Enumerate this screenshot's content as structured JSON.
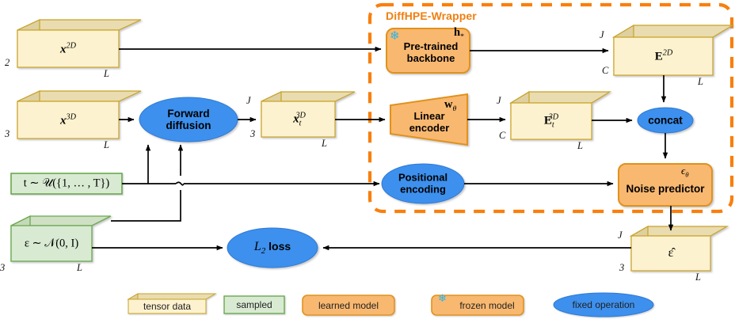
{
  "figure": {
    "wrapper_label": "DiffHPE-Wrapper",
    "colors": {
      "tensor_fill": "#fdf2cf",
      "tensor_side": "#e3d3a2",
      "tensor_stroke": "#c9a227",
      "sampled_fill": "#d9ead3",
      "sampled_stroke": "#6aa84f",
      "model_fill": "#f9b870",
      "model_stroke": "#e0921f",
      "operation_fill": "#3d90ed",
      "wrapper_dash": "#f97f0d",
      "snowflake": "#29b6e8",
      "arrow": "#000000"
    }
  },
  "tensors": [
    {
      "id": "x2d",
      "label": "x",
      "sup": "2D",
      "sub": "",
      "depth": "2",
      "front": "L",
      "top": ""
    },
    {
      "id": "x3d",
      "label": "x",
      "sup": "3D",
      "sub": "",
      "depth": "3",
      "front": "L",
      "top": ""
    },
    {
      "id": "xt3d",
      "label": "x",
      "sup": "3D",
      "sub": "t",
      "depth": "3",
      "front": "L",
      "top": "J"
    },
    {
      "id": "e2d",
      "label": "E",
      "sup": "2D",
      "sub": "",
      "depth": "C",
      "front": "L",
      "top": "J"
    },
    {
      "id": "et3d",
      "label": "E",
      "sup": "3D",
      "sub": "t",
      "depth": "C",
      "front": "L",
      "top": "J"
    },
    {
      "id": "epshat",
      "label": "ε̂",
      "sup": "",
      "sub": "",
      "depth": "3",
      "front": "L",
      "top": "J"
    }
  ],
  "sampled": [
    {
      "id": "t_sample",
      "text": "t ∼ 𝒰({1, … , T})"
    },
    {
      "id": "eps_sample",
      "text": "ε ∼ 𝒩(0, I)",
      "depth": "3",
      "front": "L"
    }
  ],
  "operations": [
    {
      "id": "forward_diffusion",
      "line1": "Forward",
      "line2": "diffusion"
    },
    {
      "id": "positional_encoding",
      "line1": "Positional",
      "line2": "encoding"
    },
    {
      "id": "concat",
      "line1": "concat",
      "line2": ""
    },
    {
      "id": "l2_loss",
      "line1": "L",
      "sub": "2",
      "line2": " loss"
    }
  ],
  "models": [
    {
      "id": "pretrained_backbone",
      "line1": "Pre-trained",
      "line2": "backbone",
      "param": "h",
      "param_sub": "*",
      "frozen": true
    },
    {
      "id": "linear_encoder",
      "line1": "Linear",
      "line2": "encoder",
      "param": "w",
      "param_sub": "θ",
      "frozen": false
    },
    {
      "id": "noise_predictor",
      "line1": "Noise predictor",
      "line2": "",
      "param": "ϵ",
      "param_sub": "θ",
      "frozen": false
    }
  ],
  "legend": [
    {
      "id": "legend-tensor-data",
      "label": "tensor data",
      "kind": "tensor"
    },
    {
      "id": "legend-sampled",
      "label": "sampled",
      "kind": "sampled"
    },
    {
      "id": "legend-learned-model",
      "label": "learned model",
      "kind": "model"
    },
    {
      "id": "legend-frozen-model",
      "label": "frozen model",
      "kind": "frozen"
    },
    {
      "id": "legend-fixed-operation",
      "label": "fixed operation",
      "kind": "operation"
    }
  ]
}
